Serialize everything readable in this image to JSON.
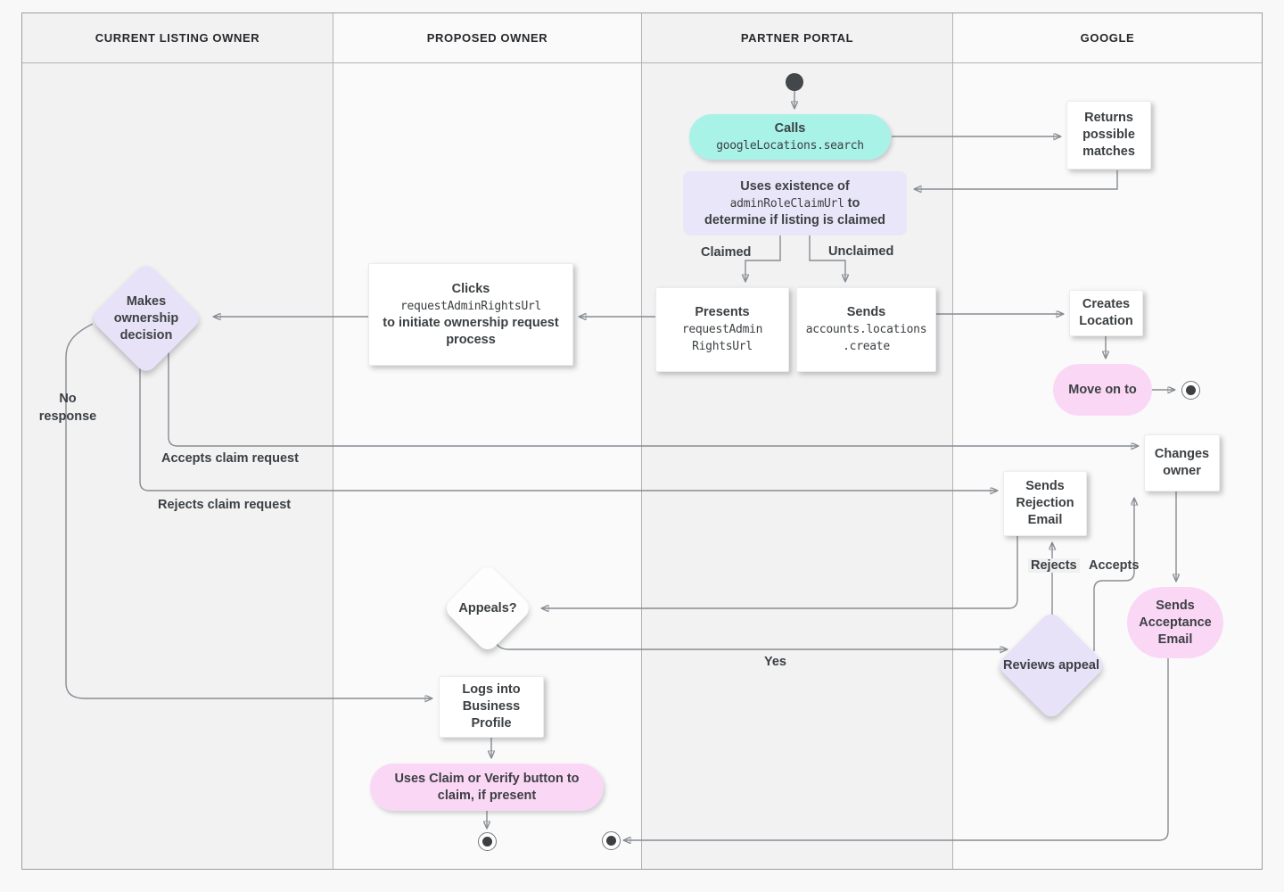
{
  "diagram": {
    "lanes": [
      {
        "label": "CURRENT LISTING OWNER"
      },
      {
        "label": "PROPOSED OWNER"
      },
      {
        "label": "PARTNER PORTAL"
      },
      {
        "label": "GOOGLE"
      }
    ],
    "nodes": {
      "calls_search": {
        "title": "Calls",
        "code": "googleLocations.search"
      },
      "returns_matches": {
        "label": "Returns possible matches"
      },
      "uses_existence": {
        "line1": "Uses existence of",
        "code": "adminRoleClaimUrl",
        "line2_suffix": "to",
        "line3": "determine if listing is claimed"
      },
      "presents_url": {
        "title": "Presents",
        "code_line1": "requestAdmin",
        "code_line2": "RightsUrl"
      },
      "sends_create": {
        "title": "Sends",
        "code_line1": "accounts.locations",
        "code_line2": ".create"
      },
      "clicks_url": {
        "title": "Clicks",
        "code": "requestAdminRightsUrl",
        "desc": "to initiate ownership request process"
      },
      "makes_decision": {
        "label": "Makes ownership decision"
      },
      "creates_location": {
        "label": "Creates Location"
      },
      "move_on": {
        "label": "Move on to"
      },
      "changes_owner": {
        "label": "Changes owner"
      },
      "sends_rejection": {
        "label": "Sends Rejection Email"
      },
      "appeals": {
        "label": "Appeals?"
      },
      "reviews_appeal": {
        "label": "Reviews appeal"
      },
      "sends_acceptance": {
        "label": "Sends Acceptance Email"
      },
      "logs_in": {
        "label": "Logs into Business Profile"
      },
      "uses_claim": {
        "label": "Uses Claim or Verify button to claim, if present"
      }
    },
    "edge_labels": {
      "claimed": "Claimed",
      "unclaimed": "Unclaimed",
      "no_response": "No response",
      "accepts_claim_request": "Accepts claim request",
      "rejects_claim_request": "Rejects claim request",
      "rejects": "Rejects",
      "accepts": "Accepts",
      "yes": "Yes"
    },
    "colors": {
      "teal_node": "#a9f2e8",
      "pink_node": "#fbd7f6",
      "lavender_node": "#eae6f9",
      "lane_dark": "#f2f2f3",
      "lane_light": "#fafafa",
      "connector": "#878c91",
      "text": "#3c4043"
    }
  }
}
